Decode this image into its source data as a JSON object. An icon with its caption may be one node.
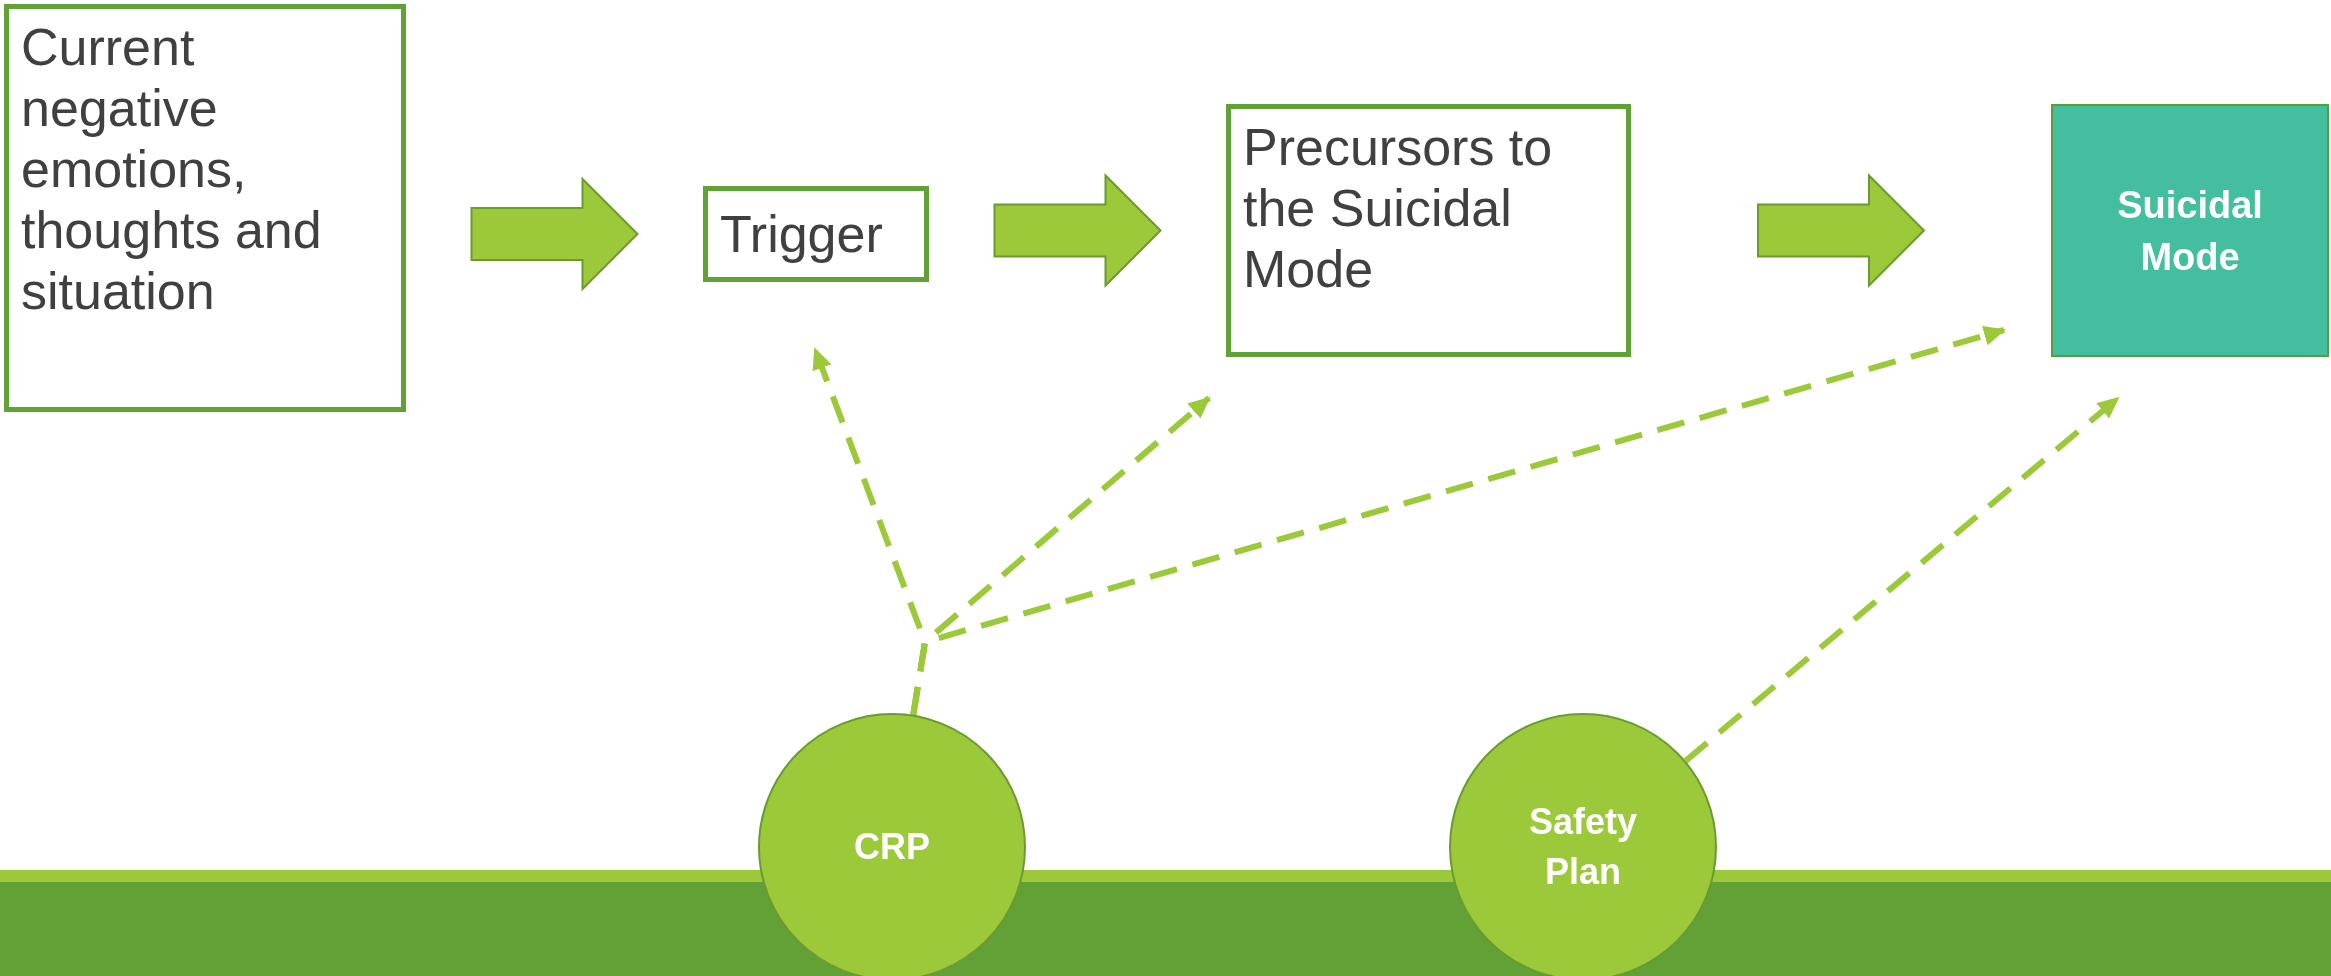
{
  "diagram": {
    "nodes": [
      {
        "text": [
          "Current negative emotions, thoughts and situation"
        ]
      },
      {
        "text": [
          "Trigger"
        ]
      },
      {
        "text": [
          "Precursors to the Suicidal Mode"
        ]
      },
      {
        "text": [
          "Suicidal Mode"
        ]
      },
      {
        "text": [
          "CRP"
        ]
      },
      {
        "text": [
          "Safety Plan"
        ]
      }
    ],
    "edges": [
      {
        "from": 0,
        "to": 1,
        "arrow": "to",
        "style": "thick"
      },
      {
        "from": 1,
        "to": 2,
        "arrow": "to",
        "style": "thick"
      },
      {
        "from": 2,
        "to": 3,
        "arrow": "to",
        "style": "thick"
      },
      {
        "from": 4,
        "to": 1,
        "arrow": "to",
        "style": "dashed"
      },
      {
        "from": 4,
        "to": 2,
        "arrow": "to",
        "style": "dashed"
      },
      {
        "from": 4,
        "to": 3,
        "arrow": "to",
        "style": "dashed"
      },
      {
        "from": 5,
        "to": 3,
        "arrow": "to",
        "style": "dashed"
      }
    ]
  }
}
